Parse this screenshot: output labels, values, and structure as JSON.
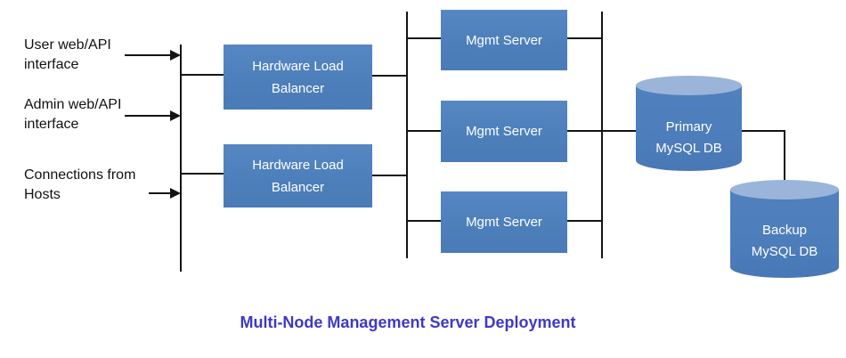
{
  "diagram": {
    "title": "Multi-Node Management Server Deployment",
    "title_color": "#3e38c8",
    "box_color": "#4f81bd",
    "cylinder_top_color": "#9ab5d9",
    "line_color": "#141414",
    "inputs": [
      {
        "line1": "User web/API",
        "line2": "interface"
      },
      {
        "line1": "Admin web/API",
        "line2": "interface"
      },
      {
        "line1": "Connections from",
        "line2": "Hosts"
      }
    ],
    "load_balancers": [
      {
        "label": "Hardware Load Balancer"
      },
      {
        "label": "Hardware Load Balancer"
      }
    ],
    "mgmt_servers": [
      {
        "label": "Mgmt Server"
      },
      {
        "label": "Mgmt Server"
      },
      {
        "label": "Mgmt Server"
      }
    ],
    "databases": [
      {
        "line1": "Primary",
        "line2": "MySQL DB"
      },
      {
        "line1": "Backup",
        "line2": "MySQL DB"
      }
    ]
  }
}
